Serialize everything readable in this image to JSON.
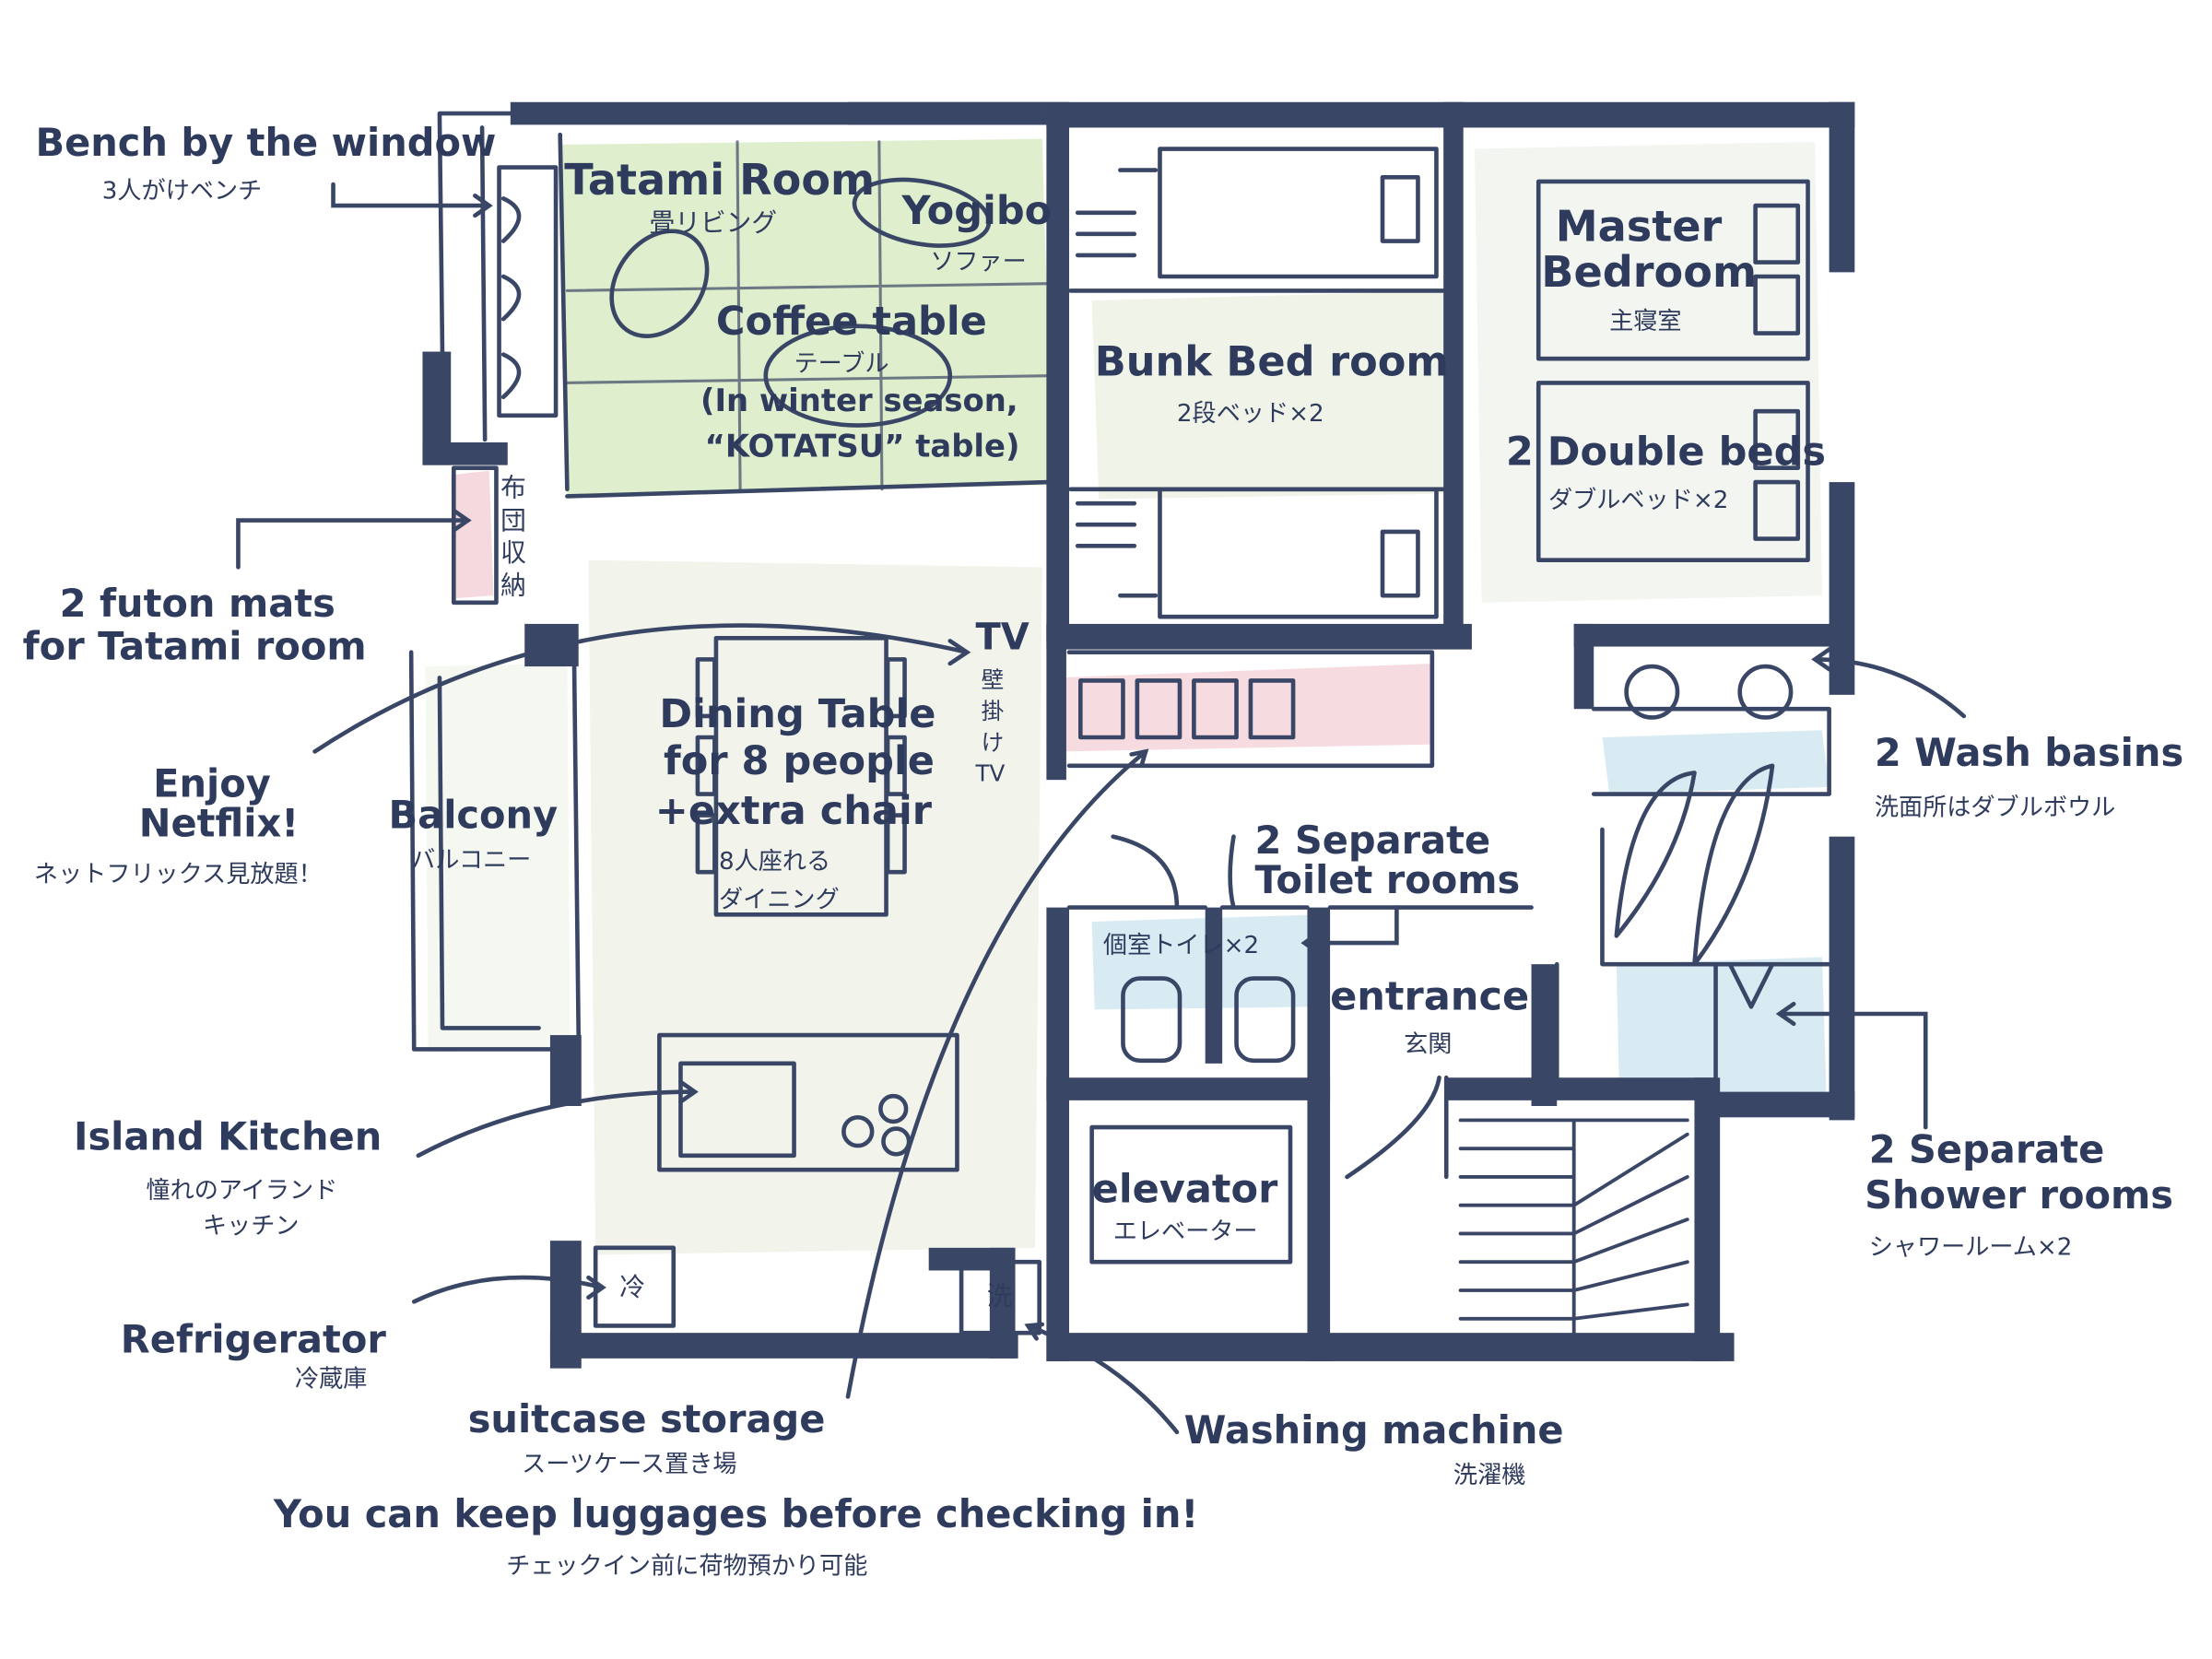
{
  "colors": {
    "ink": "#3a4665",
    "tatami": "#d9ebc4",
    "wash": "#d4e9f2",
    "pink": "#f4d2d8",
    "bunk_wash": "#eef2e6",
    "dining_wash": "#f1f3ea"
  },
  "labels": {
    "bench": {
      "en": "Bench by the window",
      "jp": "3人がけベンチ"
    },
    "tatami": {
      "en": "Tatami Room",
      "jp": "畳リビング"
    },
    "yogibo": {
      "en": "Yogibo",
      "jp": "ソファー"
    },
    "coffee": {
      "en": "Coffee table",
      "jp": "テーブル",
      "note1": "(In winter season,",
      "note2": "“KOTATSU” table)"
    },
    "bunk": {
      "en": "Bunk Bed room",
      "jp": "2段ベッド×2"
    },
    "master": {
      "en1": "Master",
      "en2": "Bedroom",
      "jp": "主寝室"
    },
    "double": {
      "en": "2 Double beds",
      "jp": "ダブルベッド×2"
    },
    "futon_storage": {
      "c1": "布",
      "c2": "団",
      "c3": "収",
      "c4": "納"
    },
    "futon": {
      "en1": "2 futon mats",
      "en2": "for Tatami room"
    },
    "tv": {
      "en": "TV",
      "c1": "壁",
      "c2": "掛",
      "c3": "け",
      "c4": "TV"
    },
    "dining": {
      "en1": "Dining Table",
      "en2": "for 8 people",
      "en3": "+extra chair",
      "jp1": "8人座れる",
      "jp2": "ダイニング"
    },
    "netflix": {
      "en1": "Enjoy",
      "en2": "Netflix!",
      "jp": "ネットフリックス見放題！"
    },
    "balcony": {
      "en": "Balcony",
      "jp": "バルコニー"
    },
    "wash_basins": {
      "en": "2 Wash basins",
      "jp": "洗面所はダブルボウル"
    },
    "toilets": {
      "en1": "2 Separate",
      "en2": "Toilet rooms",
      "jp": "個室トイレ×2"
    },
    "entrance": {
      "en": "entrance",
      "jp": "玄関"
    },
    "kitchen": {
      "en": "Island Kitchen",
      "jp1": "憧れのアイランド",
      "jp2": "キッチン"
    },
    "elevator": {
      "en": "elevator",
      "jp": "エレベーター"
    },
    "showers": {
      "en1": "2 Separate",
      "en2": "Shower rooms",
      "jp": "シャワールーム×2"
    },
    "fridge": {
      "en": "Refrigerator",
      "jp": "冷蔵庫",
      "mark": "冷"
    },
    "suitcase": {
      "en": "suitcase storage",
      "jp": "スーツケース置き場"
    },
    "washing": {
      "en": "Washing machine",
      "jp": "洗濯機",
      "mark": "洗"
    },
    "luggage": {
      "en": "You can keep luggages before checking in!",
      "jp": "チェックイン前に荷物預かり可能"
    }
  }
}
